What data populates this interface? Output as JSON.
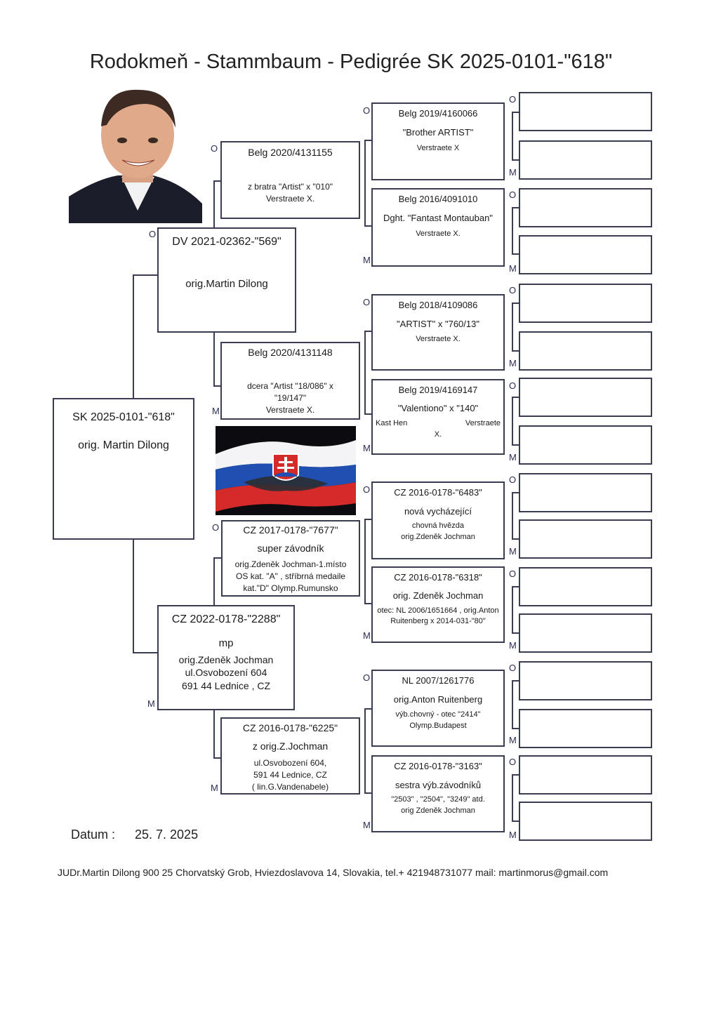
{
  "title": "Rodokmeň - Stammbaum - Pedigrée  SK 2025-0101-\"618\"",
  "labels": {
    "father": "O",
    "mother": "M"
  },
  "subject": {
    "ring": "SK 2025-0101-\"618\"",
    "orig": "orig.  Martin Dilong"
  },
  "father": {
    "ring": "DV 2021-02362-\"569\"",
    "orig": "orig.Martin Dilong"
  },
  "mother": {
    "ring": "CZ 2022-0178-\"2288\"",
    "note": "mp",
    "line1": "orig.Zdeněk Jochman",
    "line2": "ul.Osvobození 604",
    "line3": "691 44 Lednice , CZ"
  },
  "ff": {
    "ring": "Belg 2020/4131155",
    "line1": "z bratra \"Artist\" x \"010\"",
    "line2": "Verstraete X."
  },
  "fm": {
    "ring": "Belg 2020/4131148",
    "line1": "dcera \"Artist \"18/086\" x",
    "line2": "\"19/147\"",
    "line3": "Verstraete X."
  },
  "mf": {
    "ring": "CZ 2017-0178-\"7677\"",
    "line1": "super závodník",
    "line2": "orig.Zdeněk Jochman-1.místo",
    "line3": "OS kat. \"A\" , stříbrná medaile",
    "line4": "kat.\"D\" Olymp.Rumunsko"
  },
  "mm": {
    "ring": "CZ 2016-0178-\"6225\"",
    "line1": "z orig.Z.Jochman",
    "line2": "ul.Osvobození 604,",
    "line3": "591 44 Lednice, CZ",
    "line4": "( lin.G.Vandenabele)"
  },
  "fff": {
    "ring": "Belg  2019/4160066",
    "line1": "\"Brother ARTIST\"",
    "line2": "Verstraete X"
  },
  "ffm": {
    "ring": "Belg 2016/4091010",
    "line1": "Dght. \"Fantast Montauban\"",
    "line2": "Verstraete X."
  },
  "fmf": {
    "ring": "Belg  2018/4109086",
    "line1": "\"ARTIST\" x \"760/13\"",
    "line2": "Verstraete X."
  },
  "fmm": {
    "ring": "Belg 2019/4169147",
    "line1": "\"Valentiono\" x \"140\"",
    "line2a": "Kast Hen",
    "line2b": "Verstraete",
    "line3": "X."
  },
  "mff": {
    "ring": "CZ 2016-0178-\"6483\"",
    "line1": "nová vycházející",
    "line2": "chovná hvězda",
    "line3": "orig.Zdeněk Jochman"
  },
  "mfm": {
    "ring": "CZ 2016-0178-\"6318\"",
    "line1": "orig. Zdeněk Jochman",
    "line2": "otec: NL 2006/1651664 , orig.Anton",
    "line3": "Ruitenberg x 2014-031-\"80\""
  },
  "mmf": {
    "ring": "NL 2007/1261776",
    "line1": "orig.Anton Ruitenberg",
    "line2": "výb.chovný - otec \"2414\"",
    "line3": "Olymp.Budapest"
  },
  "mmm": {
    "ring": "CZ 2016-0178-\"3163\"",
    "line1": "sestra výb.závodníků",
    "line2": "\"2503\" , \"2504\", \"3249\" atd.",
    "line3": "orig Zdeněk Jochman"
  },
  "datum": {
    "label": "Datum :",
    "value": "25. 7. 2025"
  },
  "footer": "JUDr.Martin Dilong  900 25 Chorvatský Grob, Hviezdoslavova 14, Slovakia, tel.+ 421948731077 mail: martinmorus@gmail.com",
  "colors": {
    "line": "#3a3d52",
    "label": "#2a2d55",
    "flag_white": "#ffffff",
    "flag_blue": "#1f4fb0",
    "flag_red": "#d42a2a"
  }
}
